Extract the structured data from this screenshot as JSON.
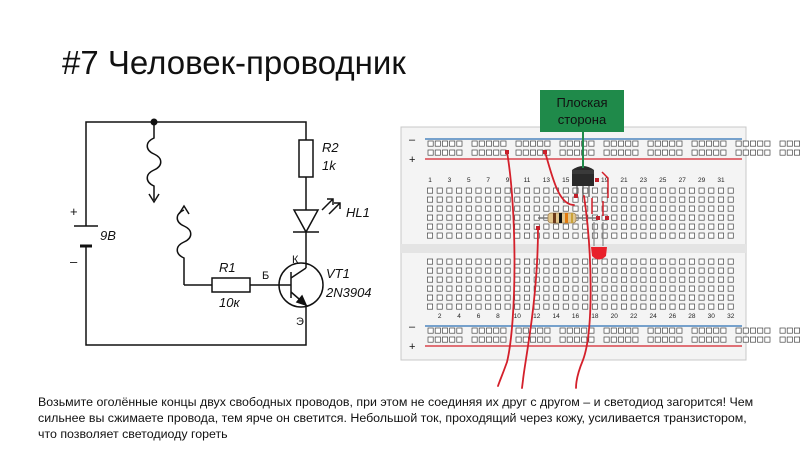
{
  "slide": {
    "title": "#7 Человек-проводник",
    "caption": "Возьмите оголённые концы двух свободных проводов, при этом не соединяя их друг с другом – и светодиод загорится! Чем сильнее вы сжимаете провода, тем ярче он светится. Небольшой ток, проходящий через кожу, усиливается транзистором, что позволяет светодиоду гореть"
  },
  "schematic": {
    "battery_label": "9B",
    "plus": "+",
    "minus": "–",
    "r2_name": "R2",
    "r2_value": "1k",
    "led_name": "HL1",
    "r1_name": "R1",
    "r1_value": "10к",
    "transistor_name": "VT1",
    "transistor_model": "2N3904",
    "base_label": "Б",
    "collector_label": "К",
    "emitter_label": "Э"
  },
  "breadboard": {
    "callout": [
      "Плоская",
      "сторона"
    ],
    "rail_plus": "+",
    "rail_minus": "–",
    "top_numbers": [
      "1",
      "3",
      "5",
      "7",
      "9",
      "11",
      "13",
      "15",
      "17",
      "19",
      "21",
      "23",
      "25",
      "27",
      "29",
      "31"
    ],
    "bottom_numbers": [
      "2",
      "4",
      "6",
      "8",
      "10",
      "12",
      "14",
      "16",
      "18",
      "20",
      "22",
      "24",
      "26",
      "28",
      "30",
      "32"
    ],
    "colors": {
      "callout_bg": "#1f8a4a",
      "wire": "#d4202b",
      "led": "#e8202a",
      "rail_blue": "#2b6fb5",
      "rail_red": "#d4202b"
    }
  }
}
